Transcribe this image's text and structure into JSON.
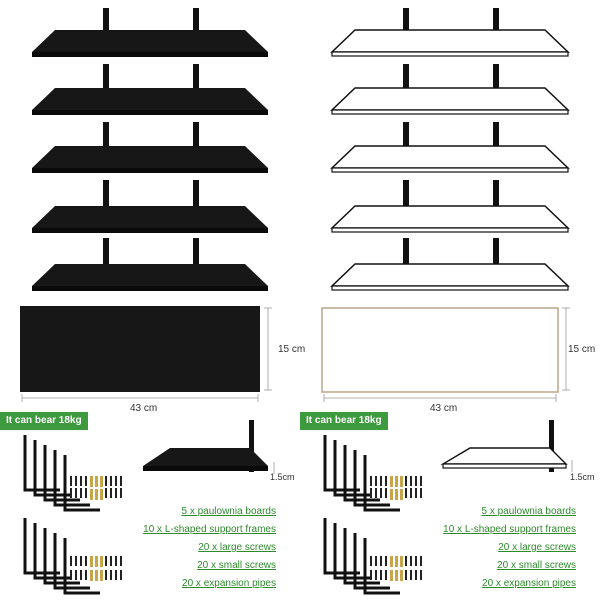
{
  "colors": {
    "black_board": "#111111",
    "white_board": "#ffffff",
    "accent_green": "#3e9a3e",
    "spec_text_green": "#2f8a2f",
    "screw_gold": "#c9a54a",
    "bracket": "#111111"
  },
  "variants": [
    {
      "name": "black",
      "dimensions": {
        "height_label": "15 cm",
        "width_label": "43 cm",
        "thickness_label": "1.5cm"
      },
      "capacity_label": "It can bear 18kg",
      "contents": [
        "5 x paulownia boards",
        "10 x L-shaped support frames",
        "20 x large screws",
        "20 x small screws",
        "20 x expansion pipes"
      ]
    },
    {
      "name": "white",
      "dimensions": {
        "height_label": "15 cm",
        "width_label": "43 cm",
        "thickness_label": "1.5cm"
      },
      "capacity_label": "It can bear 18kg",
      "contents": [
        "5 x paulownia boards",
        "10 x L-shaped support frames",
        "20 x large screws",
        "20 x small screws",
        "20 x expansion pipes"
      ]
    }
  ],
  "shelf_count_per_variant": 5,
  "icons": [
    "bracket-icon",
    "screw-icon",
    "expansion-pipe-icon"
  ]
}
